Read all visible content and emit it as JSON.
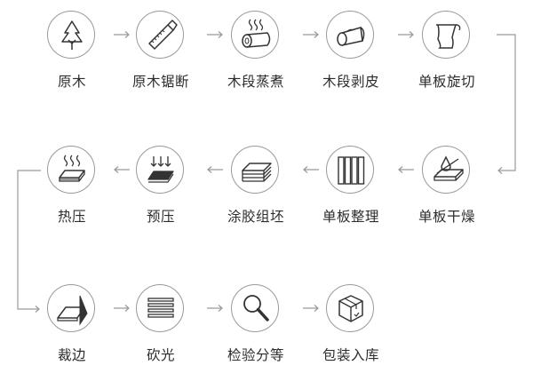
{
  "steps": [
    {
      "label": "原木",
      "icon": "tree-icon"
    },
    {
      "label": "原木锯断",
      "icon": "saw-icon"
    },
    {
      "label": "木段蒸煮",
      "icon": "steaming-log-icon"
    },
    {
      "label": "木段剥皮",
      "icon": "peeling-log-icon"
    },
    {
      "label": "单板旋切",
      "icon": "rotary-cut-veneer-icon"
    },
    {
      "label": "单板干燥",
      "icon": "veneer-drying-icon"
    },
    {
      "label": "单板整理",
      "icon": "veneer-sorting-icon"
    },
    {
      "label": "涂胶组坯",
      "icon": "gluing-assembly-icon"
    },
    {
      "label": "预压",
      "icon": "pre-press-icon"
    },
    {
      "label": "热压",
      "icon": "hot-press-icon"
    },
    {
      "label": "裁边",
      "icon": "edge-trimming-icon"
    },
    {
      "label": "砍光",
      "icon": "sanding-icon"
    },
    {
      "label": "检验分等",
      "icon": "inspection-icon"
    },
    {
      "label": "包装入库",
      "icon": "packaging-box-icon"
    }
  ],
  "colors": {
    "line": "#9a9a9a",
    "icon": "#333333",
    "text": "#2d2d2d"
  }
}
